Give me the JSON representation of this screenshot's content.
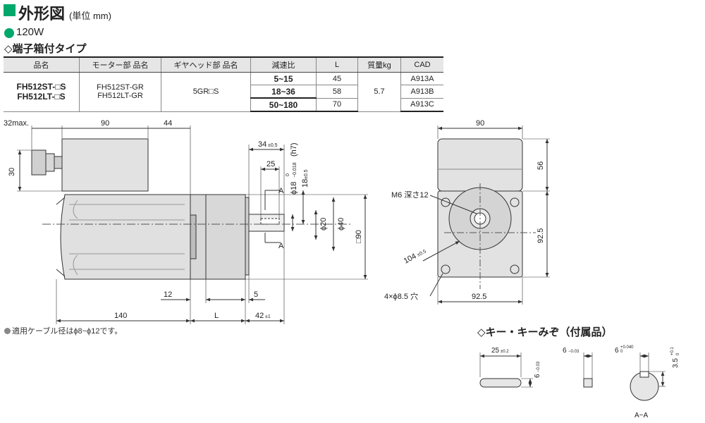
{
  "title": {
    "main": "外形図",
    "unit": "(単位 mm)"
  },
  "power": "120W",
  "type_heading": "◇端子箱付タイプ",
  "table": {
    "headers": [
      "品名",
      "モーター部 品名",
      "ギヤヘッド部 品名",
      "減速比",
      "L",
      "質量kg",
      "CAD"
    ],
    "product_names": [
      "FH512ST-□S",
      "FH512LT-□S"
    ],
    "motor_names": [
      "FH512ST-GR",
      "FH512LT-GR"
    ],
    "gearhead_name": "5GR□S",
    "ratios": [
      "5~15",
      "18~36",
      "50~180"
    ],
    "L_values": [
      "45",
      "58",
      "70"
    ],
    "mass": "5.7",
    "cad": [
      "A913A",
      "A913B",
      "A913C"
    ]
  },
  "side_view": {
    "dim_32max": "32max.",
    "dim_90": "90",
    "dim_44": "44",
    "dim_30": "30",
    "dim_34": "34",
    "dim_34_tol": "±0.5",
    "dim_25": "25",
    "dim_phi18": "ϕ18",
    "dim_phi18_tol_upper": "0",
    "dim_phi18_tol_lower": "−0.018",
    "dim_phi18_fit": "(h7)",
    "dim_18": "18",
    "dim_18_tol": "±0.5",
    "dim_phi20": "ϕ20",
    "dim_phi40": "ϕ40",
    "dim_sq90": "□90",
    "section_A": "A",
    "dim_12": "12",
    "dim_5": "5",
    "dim_140": "140",
    "dim_L": "L",
    "dim_42": "42",
    "dim_42_tol": "±1"
  },
  "front_view": {
    "dim_90": "90",
    "dim_56": "56",
    "tap": "M6 深さ12",
    "dim_104": "104",
    "dim_104_tol": "±0.5",
    "dim_92_5_v": "92.5",
    "dim_92_5_h": "92.5",
    "holes": "4×ϕ8.5 穴"
  },
  "note": "適用ケーブル径はϕ8~ϕ12です。",
  "key_section": {
    "title": "◇キー・キーみぞ（付属品）",
    "dim_25": "25",
    "dim_25_tol": "±0.2",
    "dim_6_side": "6",
    "dim_6_side_tol": "−0.03",
    "dim_6_top": "6",
    "dim_6_top_tol": "−0.03",
    "dim_6_groove": "6",
    "dim_6_groove_tol": "+0.040",
    "dim_3_5": "3.5",
    "dim_3_5_tol": "+0.1",
    "dim_0": "0",
    "section_label": "A−A"
  },
  "colors": {
    "accent": "#00a86b",
    "body_fill": "#dedede",
    "line": "#333333"
  }
}
